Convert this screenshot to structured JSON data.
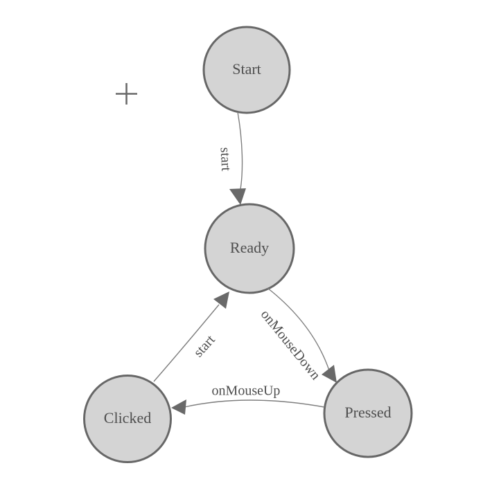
{
  "colors": {
    "canvasBg": "#ffffff",
    "nodeFill": "#d4d4d4",
    "nodeStroke": "#676767",
    "edgeStroke": "#7e7e7e",
    "arrowFill": "#696969",
    "labelText": "#4e4e4e",
    "cursorColor": "#6a6a6a"
  },
  "nodes": [
    {
      "label": "Start"
    },
    {
      "label": "Ready"
    },
    {
      "label": "Clicked"
    },
    {
      "label": "Pressed"
    }
  ],
  "edges": [
    {
      "from": "Start",
      "to": "Ready",
      "label": "start"
    },
    {
      "from": "Ready",
      "to": "Pressed",
      "label": "onMouseDown"
    },
    {
      "from": "Pressed",
      "to": "Clicked",
      "label": "onMouseUp"
    },
    {
      "from": "Clicked",
      "to": "Ready",
      "label": "start"
    }
  ]
}
